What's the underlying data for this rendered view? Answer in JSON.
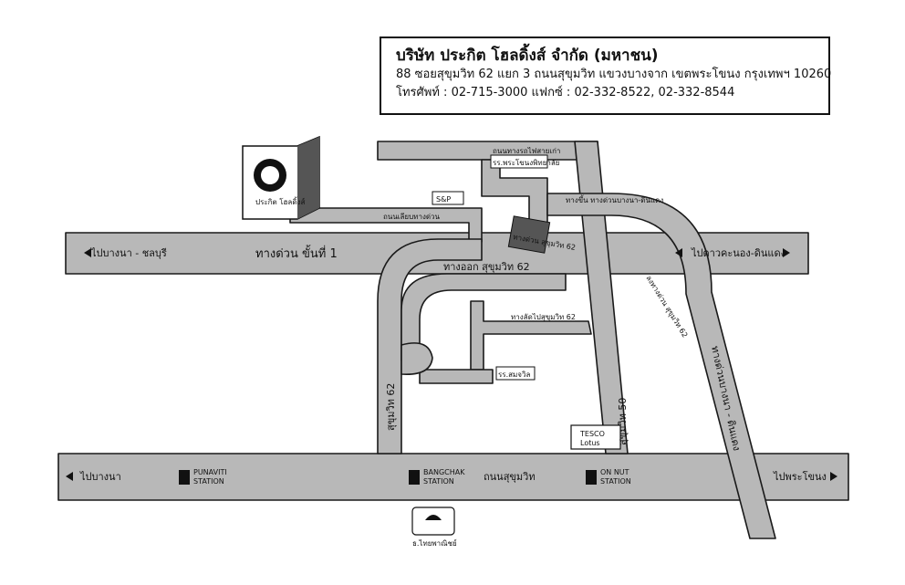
{
  "company": {
    "name": "บริษัท ประกิต โฮลดิ้งส์ จำกัด (มหาชน)",
    "address": "88 ซอยสุขุมวิท 62 แยก 3 ถนนสุขุมวิท แขวงบางจาก เขตพระโขนง กรุงเทพฯ 10260",
    "contact": "โทรศัพท์ : 02-715-3000   แฟกซ์ : 02-332-8522, 02-332-8544",
    "building_sign": "ประกิต โฮลดิ้งส์"
  },
  "roads": {
    "expressway": "ทางด่วน ขั้นที่ 1",
    "to_bangna_chonburi": "ไปบางนา - ชลบุรี",
    "to_klongtoey": "ไปดาวคะนอง-ดินแดง",
    "exit_sukhumvit62": "ทางออก สุขุมวิท 62",
    "parallel_expressway": "ถนนเลียบทางด่วน",
    "railway_road": "ถนนทางรถไฟสายเก่า",
    "school_top": "รร.พระโขนงพิทยาลัย",
    "school_mid": "รร.สมจวิล",
    "entrance_up": "ทางขึ้น  ทางด่วนบางนา-ดินแดง",
    "entrance_down": "ลงทางด่วน สุขุมวิท 62",
    "shortcut": "ทางลัดไปสุขุมวิท 62",
    "soi62": "สุขุมวิท  62",
    "soi50": "สุขุมวิท  50",
    "sukhumvit_road": "ถนนสุขุมวิท",
    "to_bangna": "ไปบางนา",
    "to_phrakhanong": "ไปพระโขนง",
    "bangna_expressway": "ทางด่วนบางนา - ดินแดง",
    "expressway_sign": "ทางด่วน สุขุมวิท 62",
    "sp_label": "S&P",
    "bank_label": "ธ.ไทยพาณิชย์",
    "tesco_top": "TESCO",
    "tesco_bottom": "Lotus"
  },
  "stations": [
    {
      "name": "PUNAVITI",
      "sub": "STATION"
    },
    {
      "name": "BANGCHAK",
      "sub": "STATION"
    },
    {
      "name": "ON NUT",
      "sub": "STATION"
    }
  ]
}
